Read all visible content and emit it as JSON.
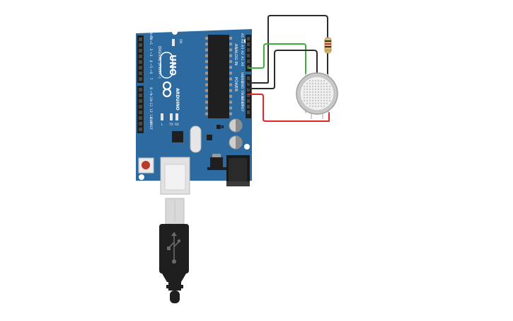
{
  "board": {
    "name": "UNO",
    "brand": "ARDUINO",
    "on_label": "ON",
    "power_header_title": "POWER",
    "analog_header_title": "ANALOG IN",
    "digital_header_title": "DIGITAL (PWM~)",
    "analog_pins": [
      "A5",
      "A4",
      "A3",
      "A2",
      "A1",
      "A0"
    ],
    "power_pins": [
      "Vin",
      "GND",
      "GND",
      "5V",
      "3.3V",
      "RESET",
      "IOREF"
    ],
    "digital_pins_upper": [
      "RX←0",
      "TX→1",
      "2",
      "~3",
      "4",
      "~5",
      "~6",
      "7"
    ],
    "digital_pins_lower": [
      "8",
      "~9",
      "~10",
      "~11",
      "12",
      "13",
      "GND",
      "AREF"
    ],
    "led_labels": [
      "L",
      "TX",
      "RX"
    ],
    "color": "#2c6aa0"
  },
  "components": {
    "sensor": "gas-sensor",
    "resistor": "resistor",
    "usb_cable": "usb-cable"
  },
  "wire_colors": {
    "black": "#2b2b2b",
    "green": "#3cae3c",
    "red": "#e0262b"
  }
}
